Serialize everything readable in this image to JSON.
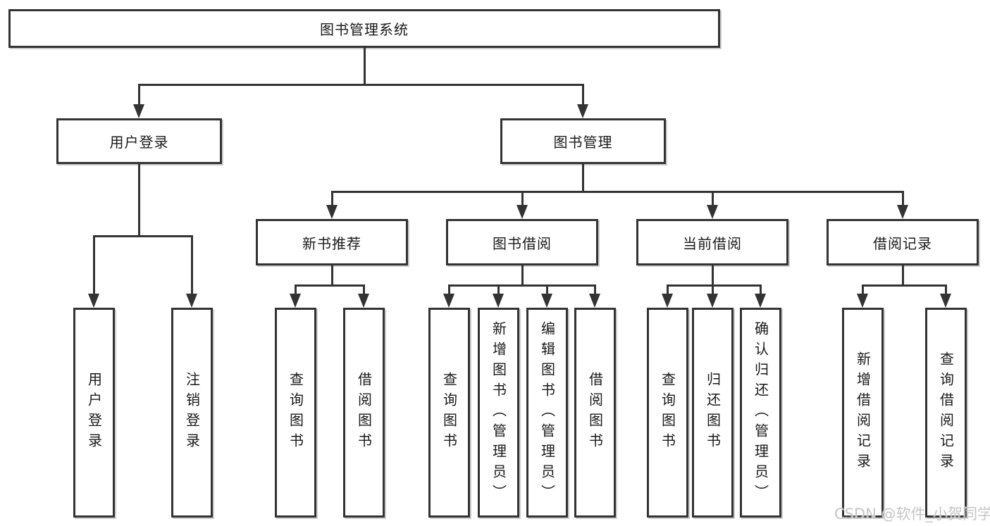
{
  "type": "hierarchy-diagram",
  "watermark": "CSDN @软件_小贺同学",
  "colors": {
    "background": "#ffffff",
    "line": "#333333",
    "box_border": "#333333",
    "box_background": "#ffffff",
    "text": "#1a1a1a",
    "watermark": "#c6c6c6"
  },
  "tree": {
    "label": "图书管理系统",
    "children": [
      {
        "label": "用户登录",
        "children": [
          {
            "label": "用户登录"
          },
          {
            "label": "注销登录"
          }
        ]
      },
      {
        "label": "图书管理",
        "children": [
          {
            "label": "新书推荐",
            "children": [
              {
                "label": "查询图书"
              },
              {
                "label": "借阅图书"
              }
            ]
          },
          {
            "label": "图书借阅",
            "children": [
              {
                "label": "查询图书"
              },
              {
                "label": "新增图书（管理员）"
              },
              {
                "label": "编辑图书（管理员）"
              },
              {
                "label": "借阅图书"
              }
            ]
          },
          {
            "label": "当前借阅",
            "children": [
              {
                "label": "查询图书"
              },
              {
                "label": "归还图书"
              },
              {
                "label": "确认归还（管理员）"
              }
            ]
          },
          {
            "label": "借阅记录",
            "children": [
              {
                "label": "新增借阅记录"
              },
              {
                "label": "查询借阅记录"
              }
            ]
          }
        ]
      }
    ]
  }
}
